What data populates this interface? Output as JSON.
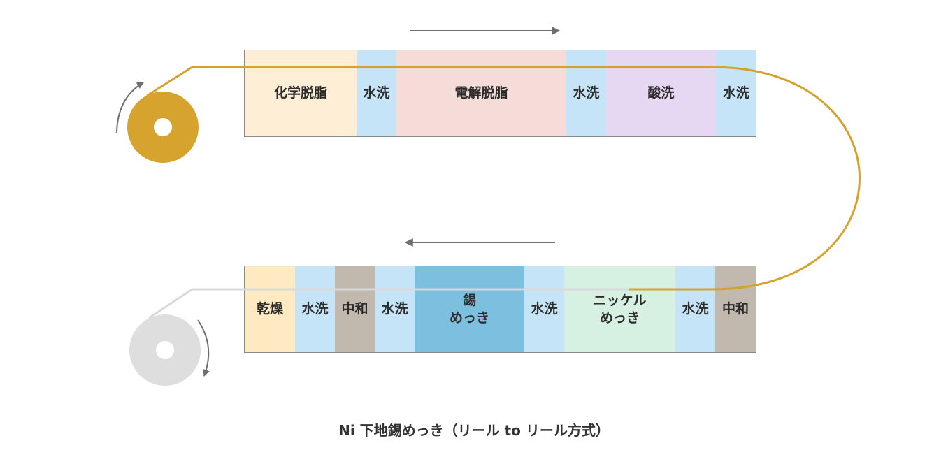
{
  "top_line": {
    "tanks": [
      {
        "label": "化学脱脂",
        "color": "#fdeed5"
      },
      {
        "label": "水洗",
        "color": "#c5e4f7"
      },
      {
        "label": "電解脱脂",
        "color": "#f6dcd9"
      },
      {
        "label": "水洗",
        "color": "#c5e4f7"
      },
      {
        "label": "酸洗",
        "color": "#e6d8f2"
      },
      {
        "label": "水洗",
        "color": "#c5e4f7"
      }
    ]
  },
  "bottom_line": {
    "tanks": [
      {
        "label": "乾燥",
        "color": "#fdeac3"
      },
      {
        "label": "水洗",
        "color": "#c5e4f7"
      },
      {
        "label": "中和",
        "color": "#c1b8ae"
      },
      {
        "label": "水洗",
        "color": "#c5e4f7"
      },
      {
        "label": "錫\nめっき",
        "color": "#7cbfdf"
      },
      {
        "label": "水洗",
        "color": "#c5e4f7"
      },
      {
        "label": "ニッケル\nめっき",
        "color": "#d6f0e2"
      },
      {
        "label": "水洗",
        "color": "#c5e4f7"
      },
      {
        "label": "中和",
        "color": "#c1b8ae"
      }
    ]
  },
  "caption": "Ni 下地錫めっき（リール to リール方式）",
  "colors": {
    "strip_plated": "#d4a22e",
    "strip_bare": "#d9d9d9",
    "supply_reel": "#d6a42e",
    "takeup_reel": "#dedede",
    "arrow": "#6e6e6e",
    "tank_border": "#8a8a8a"
  },
  "icons": {
    "supply_reel": "reel-icon",
    "takeup_reel": "reel-icon",
    "direction_right": "arrow-right-icon",
    "direction_left": "arrow-left-icon"
  }
}
